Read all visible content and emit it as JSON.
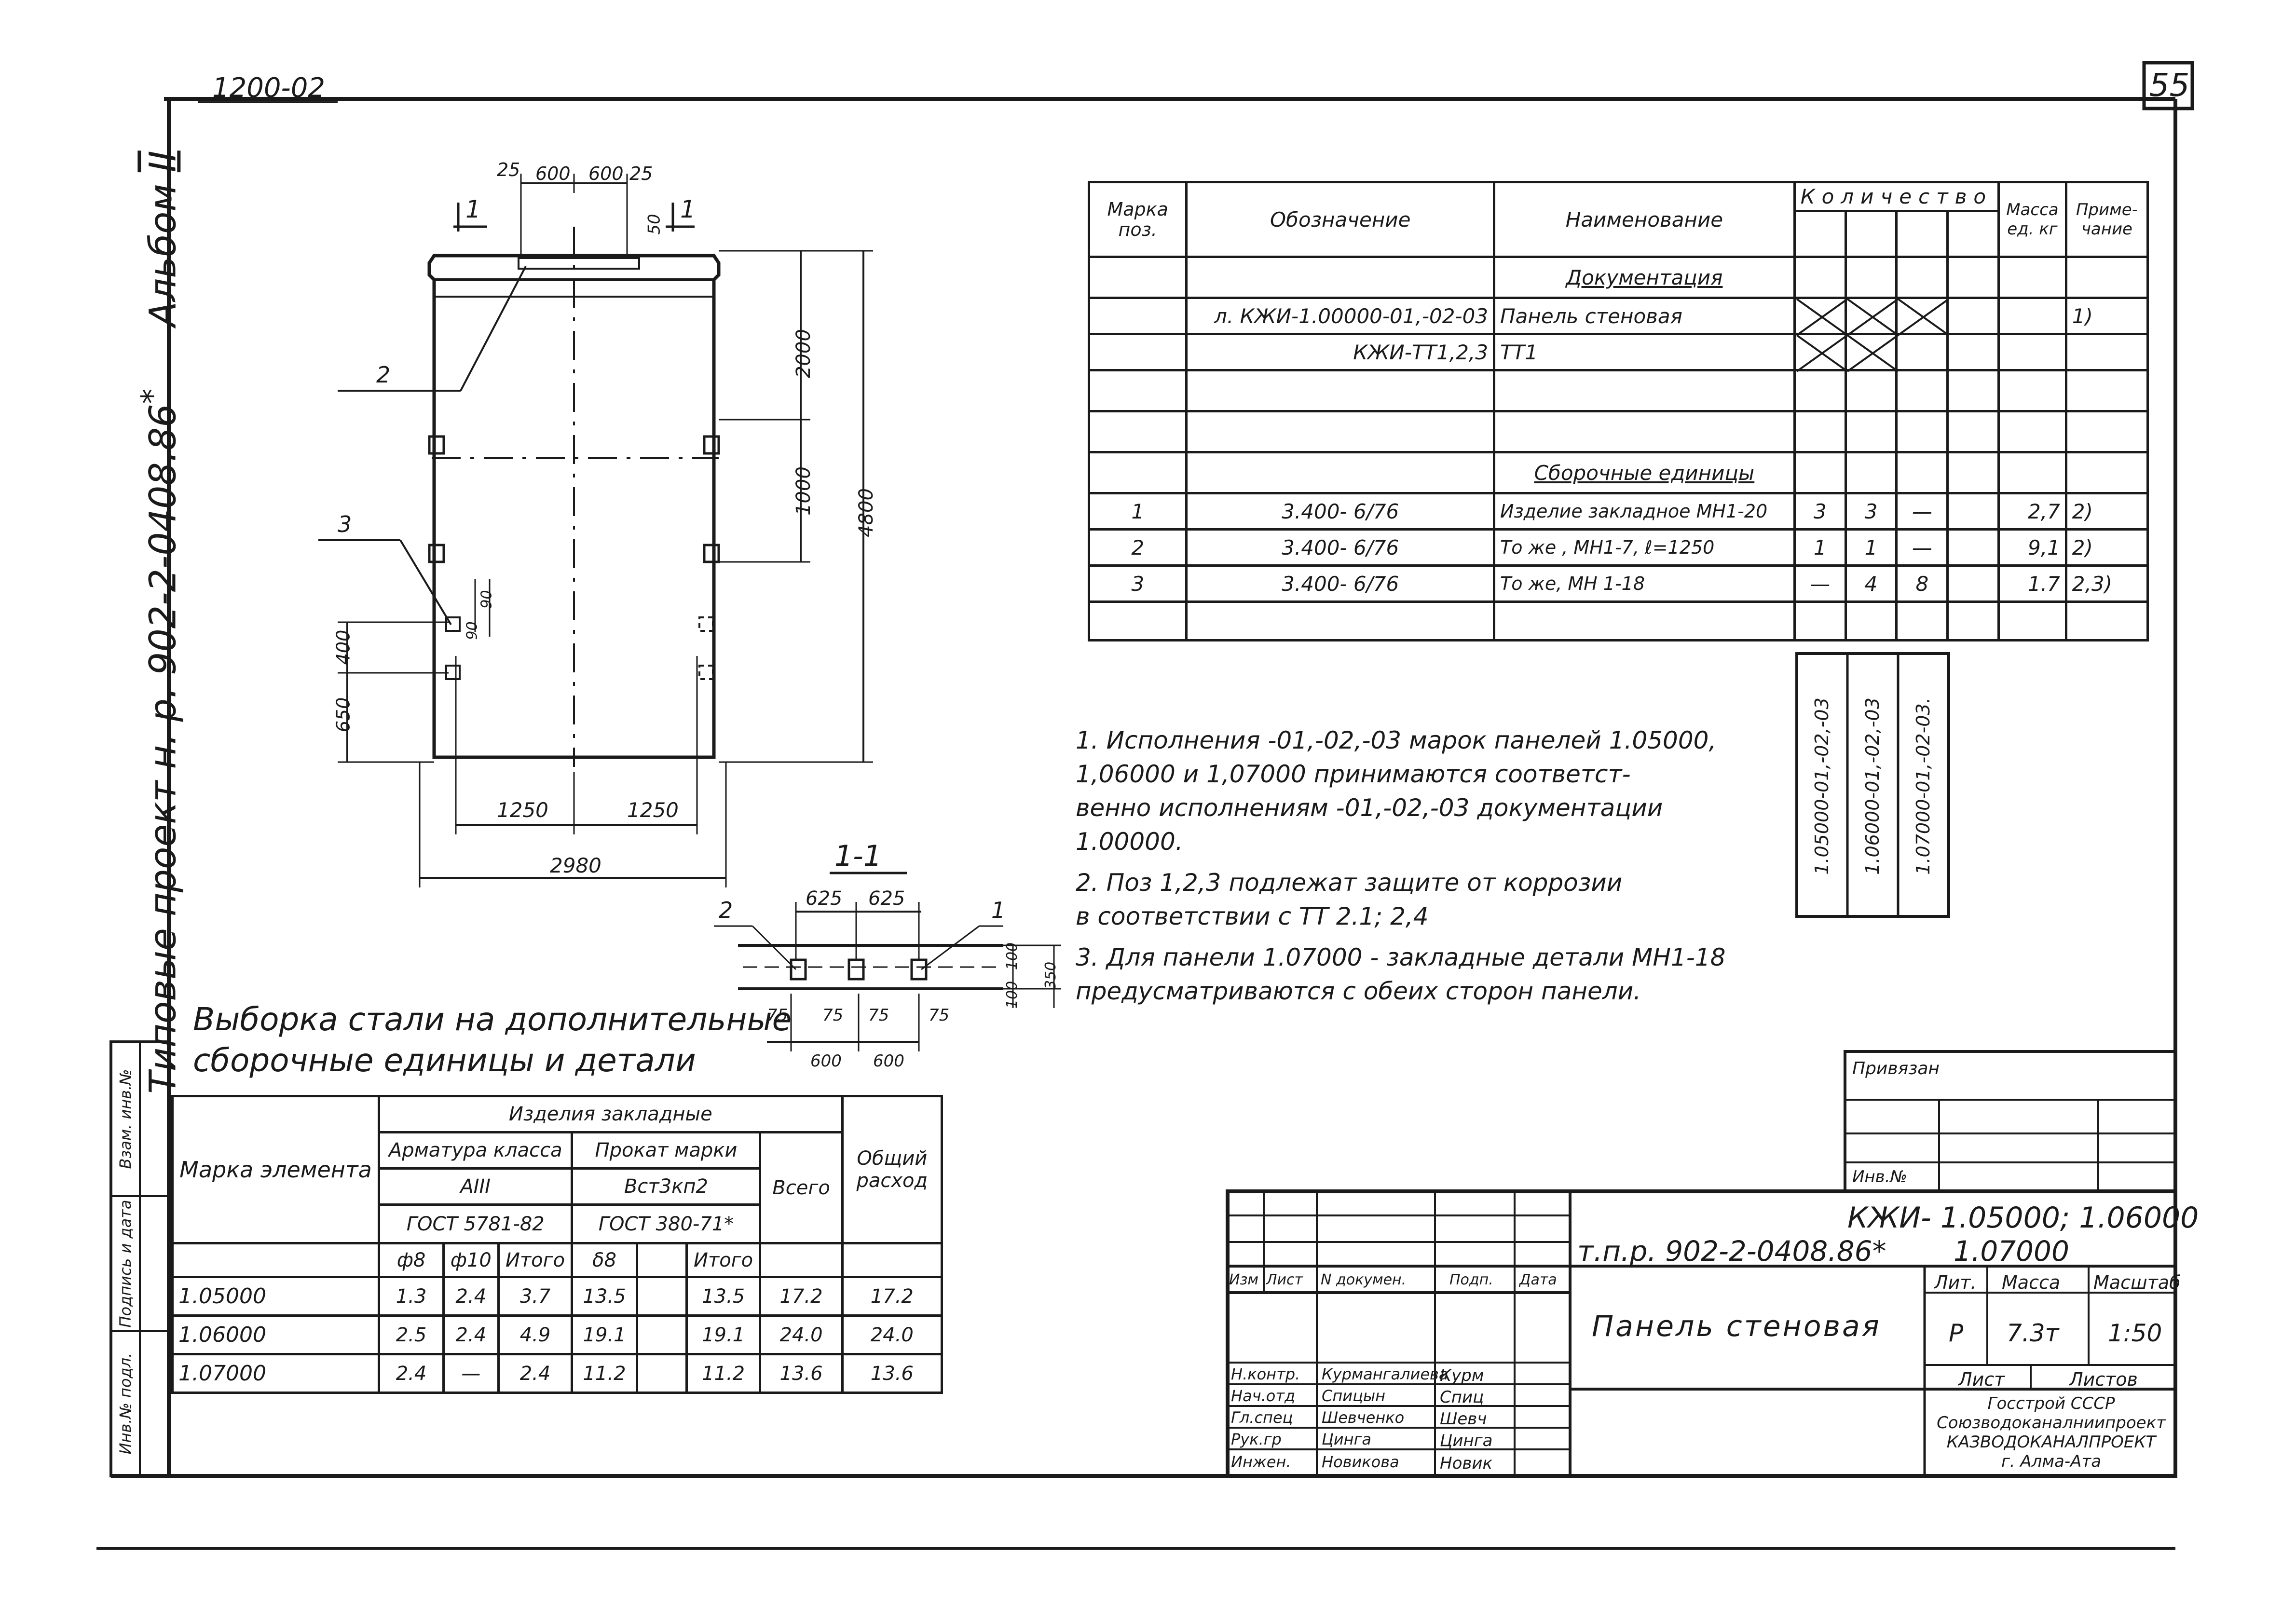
{
  "header": {
    "album_code": "1200-02",
    "sheet_number": "55"
  },
  "side_title": {
    "text": "Типовые проект н. р. 902-2-0408.86",
    "mark": "*",
    "album": "Альбом",
    "album_number": "II"
  },
  "elevation": {
    "dims_top": [
      "25",
      "600",
      "600",
      "25",
      "50"
    ],
    "section_marks": [
      "1",
      "1"
    ],
    "dims_right": [
      "2000",
      "1000",
      "4800"
    ],
    "dims_left": [
      "400",
      "650",
      "90",
      "90"
    ],
    "dims_bottom": [
      "1250",
      "1250",
      "2980"
    ],
    "position_labels": [
      "2",
      "3"
    ]
  },
  "section": {
    "title": "1-1",
    "dims_top": [
      "625",
      "625"
    ],
    "dims_right": [
      "100",
      "100",
      "350"
    ],
    "dims_bottom": [
      "75",
      "75",
      "75",
      "75",
      "600",
      "600"
    ],
    "position_labels": [
      "2",
      "1"
    ]
  },
  "spec_table": {
    "headers": {
      "mark": "Марка поз.",
      "designation": "Обозначение",
      "name": "Наименование",
      "quantity": "Количество",
      "mass": "Масса ед. кг",
      "note": "Приме- чание"
    },
    "rows": [
      {
        "mark": "",
        "designation": "",
        "name": "Документация",
        "q1": "",
        "q2": "",
        "q3": "",
        "q4": "",
        "mass": "",
        "note": ""
      },
      {
        "mark": "",
        "designation": "л. КЖИ-1.00000-01,-02-03",
        "name": "Панель стеновая",
        "q1": "",
        "q2": "",
        "q3": "",
        "q4": "",
        "mass": "",
        "note": "1)"
      },
      {
        "mark": "",
        "designation": "КЖИ-ТТ1,2,3",
        "name": "ТТ1",
        "q1": "",
        "q2": "",
        "q3": "",
        "q4": "",
        "mass": "",
        "note": ""
      },
      {
        "mark": "",
        "designation": "",
        "name": "",
        "q1": "",
        "q2": "",
        "q3": "",
        "q4": "",
        "mass": "",
        "note": ""
      },
      {
        "mark": "",
        "designation": "",
        "name": "",
        "q1": "",
        "q2": "",
        "q3": "",
        "q4": "",
        "mass": "",
        "note": ""
      },
      {
        "mark": "",
        "designation": "",
        "name": "Сборочные единицы",
        "q1": "",
        "q2": "",
        "q3": "",
        "q4": "",
        "mass": "",
        "note": ""
      },
      {
        "mark": "1",
        "designation": "3.400- 6/76",
        "name": "Изделие закладное МН1-20",
        "q1": "3",
        "q2": "3",
        "q3": "—",
        "q4": "",
        "mass": "2,7",
        "note": "2)"
      },
      {
        "mark": "2",
        "designation": "3.400- 6/76",
        "name": "То же , МН1-7, ℓ=1250",
        "q1": "1",
        "q2": "1",
        "q3": "—",
        "q4": "",
        "mass": "9,1",
        "note": "2)"
      },
      {
        "mark": "3",
        "designation": "3.400- 6/76",
        "name": "То же, МН 1-18",
        "q1": "—",
        "q2": "4",
        "q3": "8",
        "q4": "",
        "mass": "1.7",
        "note": "2,3)"
      },
      {
        "mark": "",
        "designation": "",
        "name": "",
        "q1": "",
        "q2": "",
        "q3": "",
        "q4": "",
        "mass": "",
        "note": ""
      }
    ],
    "variant_labels": [
      "1.05000-01,-02,-03",
      "1.06000-01,-02,-03",
      "1.07000-01,-02-03."
    ]
  },
  "notes": [
    "1. Исполнения -01,-02,-03 марок панелей 1.05000,",
    "1,06000 и 1,07000 принимаются соответст-",
    "венно исполнениям -01,-02,-03 документации",
    "1.00000.",
    "2. Поз 1,2,3 подлежат защите от коррозии",
    "в соответствии с ТТ 2.1; 2,4",
    "3. Для панели 1.07000 - закладные детали МН1-18",
    "предусматриваются с обеих сторон панели."
  ],
  "steel_table": {
    "title_line1": "Выборка стали на дополнительные",
    "title_line2": "сборочные единицы и детали",
    "headers": {
      "mark": "Марка элемента",
      "embedded": "Изделия закладные",
      "rebar_class": "Арматура класса",
      "rebar_grade": "АIII",
      "rebar_gost": "ГОСТ 5781-82",
      "rolled": "Прокат марки",
      "rolled_grade": "Вст3кп2",
      "rolled_gost": "ГОСТ 380-71*",
      "total": "Всего",
      "overall": "Общий расход",
      "d8": "ф8",
      "d10": "ф10",
      "subtotal": "Итого",
      "t8": "δ8",
      "subtotal2": "Итого"
    },
    "rows": [
      {
        "mark": "1.05000",
        "d8": "1.3",
        "d10": "2.4",
        "sub": "3.7",
        "t8": "13.5",
        "blank": "",
        "sub2": "13.5",
        "total": "17.2",
        "overall": "17.2"
      },
      {
        "mark": "1.06000",
        "d8": "2.5",
        "d10": "2.4",
        "sub": "4.9",
        "t8": "19.1",
        "blank": "",
        "sub2": "19.1",
        "total": "24.0",
        "overall": "24.0"
      },
      {
        "mark": "1.07000",
        "d8": "2.4",
        "d10": "—",
        "sub": "2.4",
        "t8": "11.2",
        "blank": "",
        "sub2": "11.2",
        "total": "13.6",
        "overall": "13.6"
      }
    ]
  },
  "left_margin": {
    "labels": [
      "Инв.№ подл.",
      "Подпись и дата",
      "Взам. инв.№"
    ]
  },
  "tied": {
    "label": "Привязан",
    "inv": "Инв.№"
  },
  "title_block": {
    "project": "т.п.р. 902-2-0408.86*",
    "code_line1": "КЖИ- 1.05000; 1.06000",
    "code_line2": "1.07000",
    "col_headers": [
      "Изм",
      "Лист",
      "N докумен.",
      "Подп.",
      "Дата"
    ],
    "people": [
      {
        "role": "Н.контр.",
        "name": "Курмангалиева"
      },
      {
        "role": "Нач.отд",
        "name": "Спицын"
      },
      {
        "role": "Гл.спец",
        "name": "Шевченко"
      },
      {
        "role": "Рук.гр",
        "name": "Цинга"
      },
      {
        "role": "Инжен.",
        "name": "Новикова"
      }
    ],
    "signatures": [
      "Курм",
      "Спиц",
      "Шевч",
      "Цинга",
      "Новик"
    ],
    "drawing_name": "Панель стеновая",
    "lit_label": "Лит.",
    "mass_label": "Масса",
    "scale_label": "Масштаб",
    "lit": "Р",
    "mass": "7.3т",
    "scale": "1:50",
    "sheet_label": "Лист",
    "sheets_label": "Листов",
    "org_line1": "Госстрой СССР",
    "org_line2": "Союзводоканалниипроект",
    "org_line3": "КАЗВОДОКАНАЛПРОЕКТ",
    "org_line4": "г. Алма-Ата"
  }
}
